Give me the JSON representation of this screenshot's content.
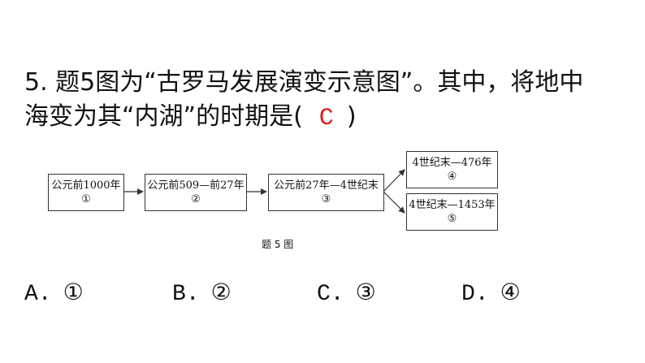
{
  "question": {
    "line1": "5. 题5图为“古罗马发展演变示意图”。其中，将地中",
    "line2_before": "海变为其“内湖”的时期是(",
    "answer": "C",
    "line2_after": ")"
  },
  "diagram": {
    "boxes": [
      {
        "text": "公元前1000年",
        "num": "①"
      },
      {
        "text": "公元前509—前27年",
        "num": "②"
      },
      {
        "text": "公元前27年—4世纪末",
        "num": "③"
      },
      {
        "text": "4世纪末—476年",
        "num": "④"
      },
      {
        "text": "4世纪末—1453年",
        "num": "⑤"
      }
    ],
    "caption": "题 5 图"
  },
  "options": [
    {
      "letter": "A.",
      "value": "①"
    },
    {
      "letter": "B.",
      "value": "②"
    },
    {
      "letter": "C.",
      "value": "③"
    },
    {
      "letter": "D.",
      "value": "④"
    }
  ]
}
